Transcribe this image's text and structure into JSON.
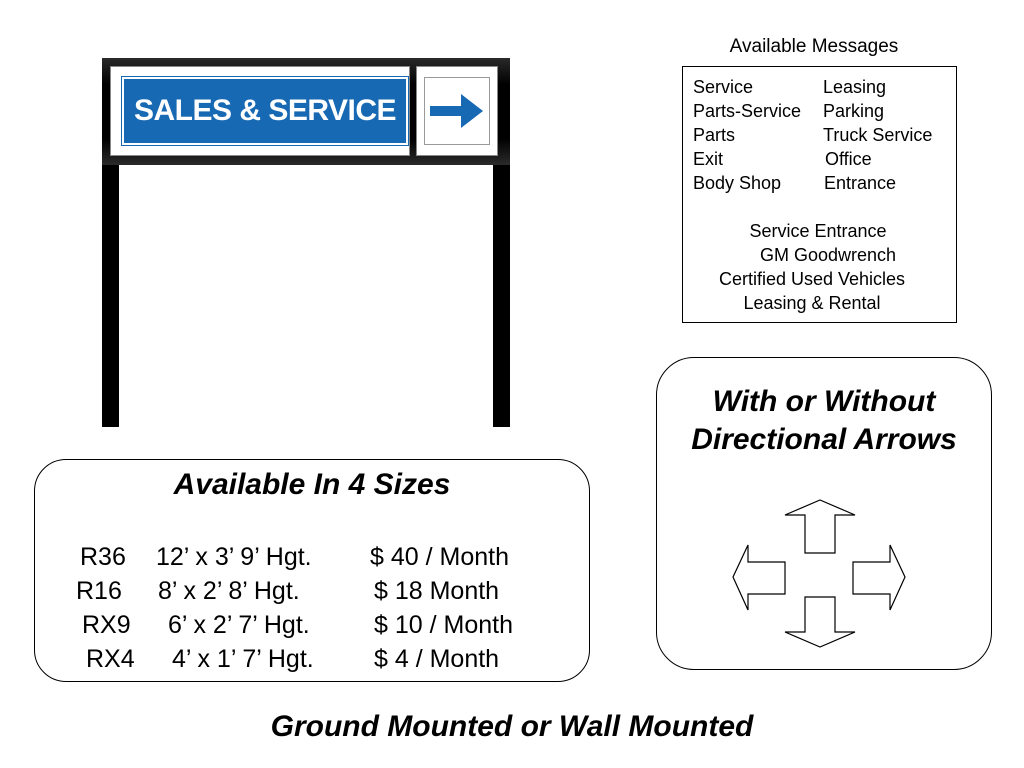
{
  "sign": {
    "label": "SALES & SERVICE",
    "panel_color": "#1769b3",
    "arrow_icon": "right-arrow-icon"
  },
  "messages": {
    "title": "Available Messages",
    "pairs": [
      [
        "Service",
        "Leasing"
      ],
      [
        "Parts-Service",
        "Parking"
      ],
      [
        "Parts",
        "Truck Service"
      ],
      [
        "Exit",
        "Office"
      ],
      [
        "Body Shop",
        "Entrance"
      ]
    ],
    "extra": [
      "Service Entrance",
      "GM Goodwrench",
      "Certified Used Vehicles",
      "Leasing & Rental"
    ]
  },
  "arrows": {
    "heading_line1": "With or Without",
    "heading_line2": "Directional Arrows",
    "icons": [
      "up-arrow-icon",
      "left-arrow-icon",
      "right-arrow-icon",
      "down-arrow-icon"
    ]
  },
  "sizes": {
    "heading": "Available In 4 Sizes",
    "rows": [
      {
        "model": "R36",
        "dims": "12’ x  3’  9’  Hgt.",
        "price": "$ 40  /  Month"
      },
      {
        "model": "R16",
        "dims": "8’   x  2’  8’  Hgt.",
        "price": "$ 18      Month"
      },
      {
        "model": "RX9",
        "dims": "6’  x  2’ 7’   Hgt.",
        "price": "$ 10  /  Month"
      },
      {
        "model": "RX4",
        "dims": "4’  x  1’ 7’   Hgt.",
        "price": "$  4  /  Month"
      }
    ]
  },
  "footer": "Ground Mounted or Wall Mounted"
}
